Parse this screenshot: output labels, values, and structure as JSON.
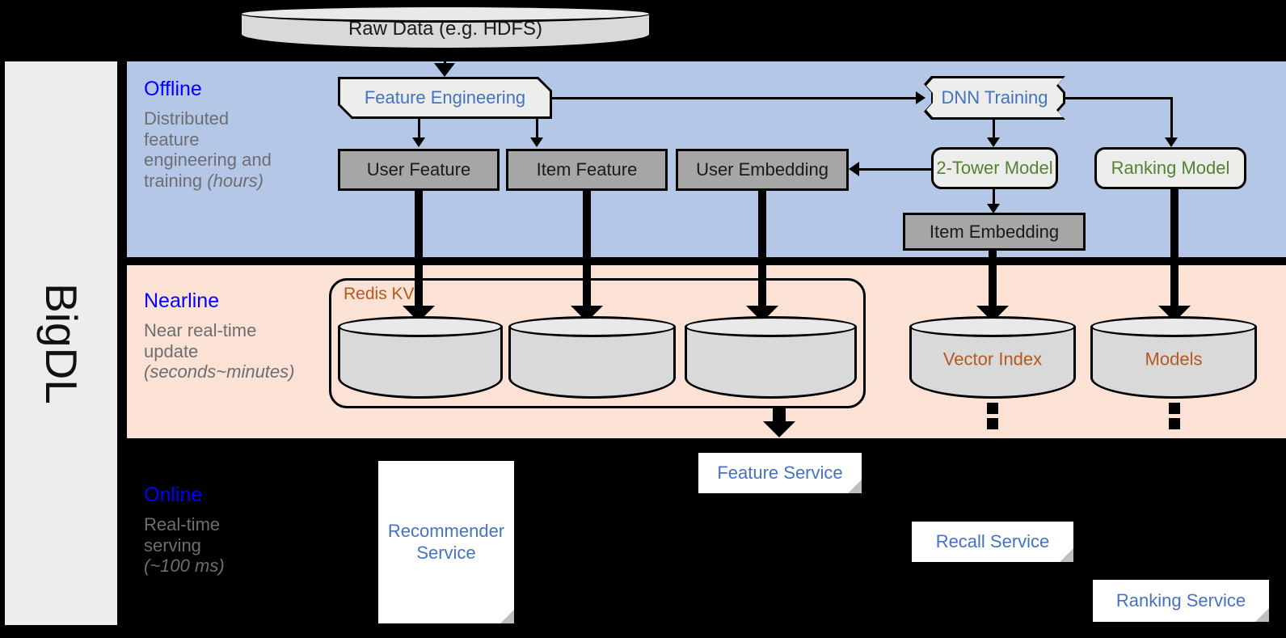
{
  "framework": {
    "name": "BigDL"
  },
  "source": {
    "raw_data_label": "Raw Data (e.g. HDFS)"
  },
  "bands": {
    "offline": {
      "title": "Offline",
      "desc_line1": "Distributed",
      "desc_line2": "feature",
      "desc_line3": "engineering and",
      "desc_line4": "training ",
      "desc_italic": "(hours)",
      "bg_color": "#b4c7e7"
    },
    "nearline": {
      "title": "Nearline",
      "desc_line1": "Near real-time",
      "desc_line2": "update",
      "desc_italic": "(seconds~minutes)",
      "bg_color": "#fbe2d5"
    },
    "online": {
      "title": "Online",
      "desc_line1": "Real-time",
      "desc_line2": "serving",
      "desc_italic": "(~100 ms)",
      "bg_color": "#000000"
    }
  },
  "offline_nodes": {
    "feature_engineering": "Feature Engineering",
    "dnn_training": "DNN Training",
    "user_feature": "User Feature",
    "item_feature": "Item Feature",
    "user_embedding": "User Embedding",
    "two_tower_model": "2-Tower Model",
    "ranking_model": "Ranking Model",
    "item_embedding": "Item Embedding"
  },
  "nearline_nodes": {
    "redis_kv": "Redis KV",
    "vector_index": "Vector Index",
    "models": "Models"
  },
  "online_nodes": {
    "recommender_service_l1": "Recommender",
    "recommender_service_l2": "Service",
    "feature_service": "Feature Service",
    "recall_service": "Recall Service",
    "ranking_service": "Ranking Service"
  },
  "colors": {
    "title_blue": "#0000ff",
    "node_blue": "#4472c4",
    "node_green": "#548235",
    "storage_orange": "#b4581f",
    "gray_box": "#a6a6a6",
    "desc_gray": "#6d6e71"
  }
}
